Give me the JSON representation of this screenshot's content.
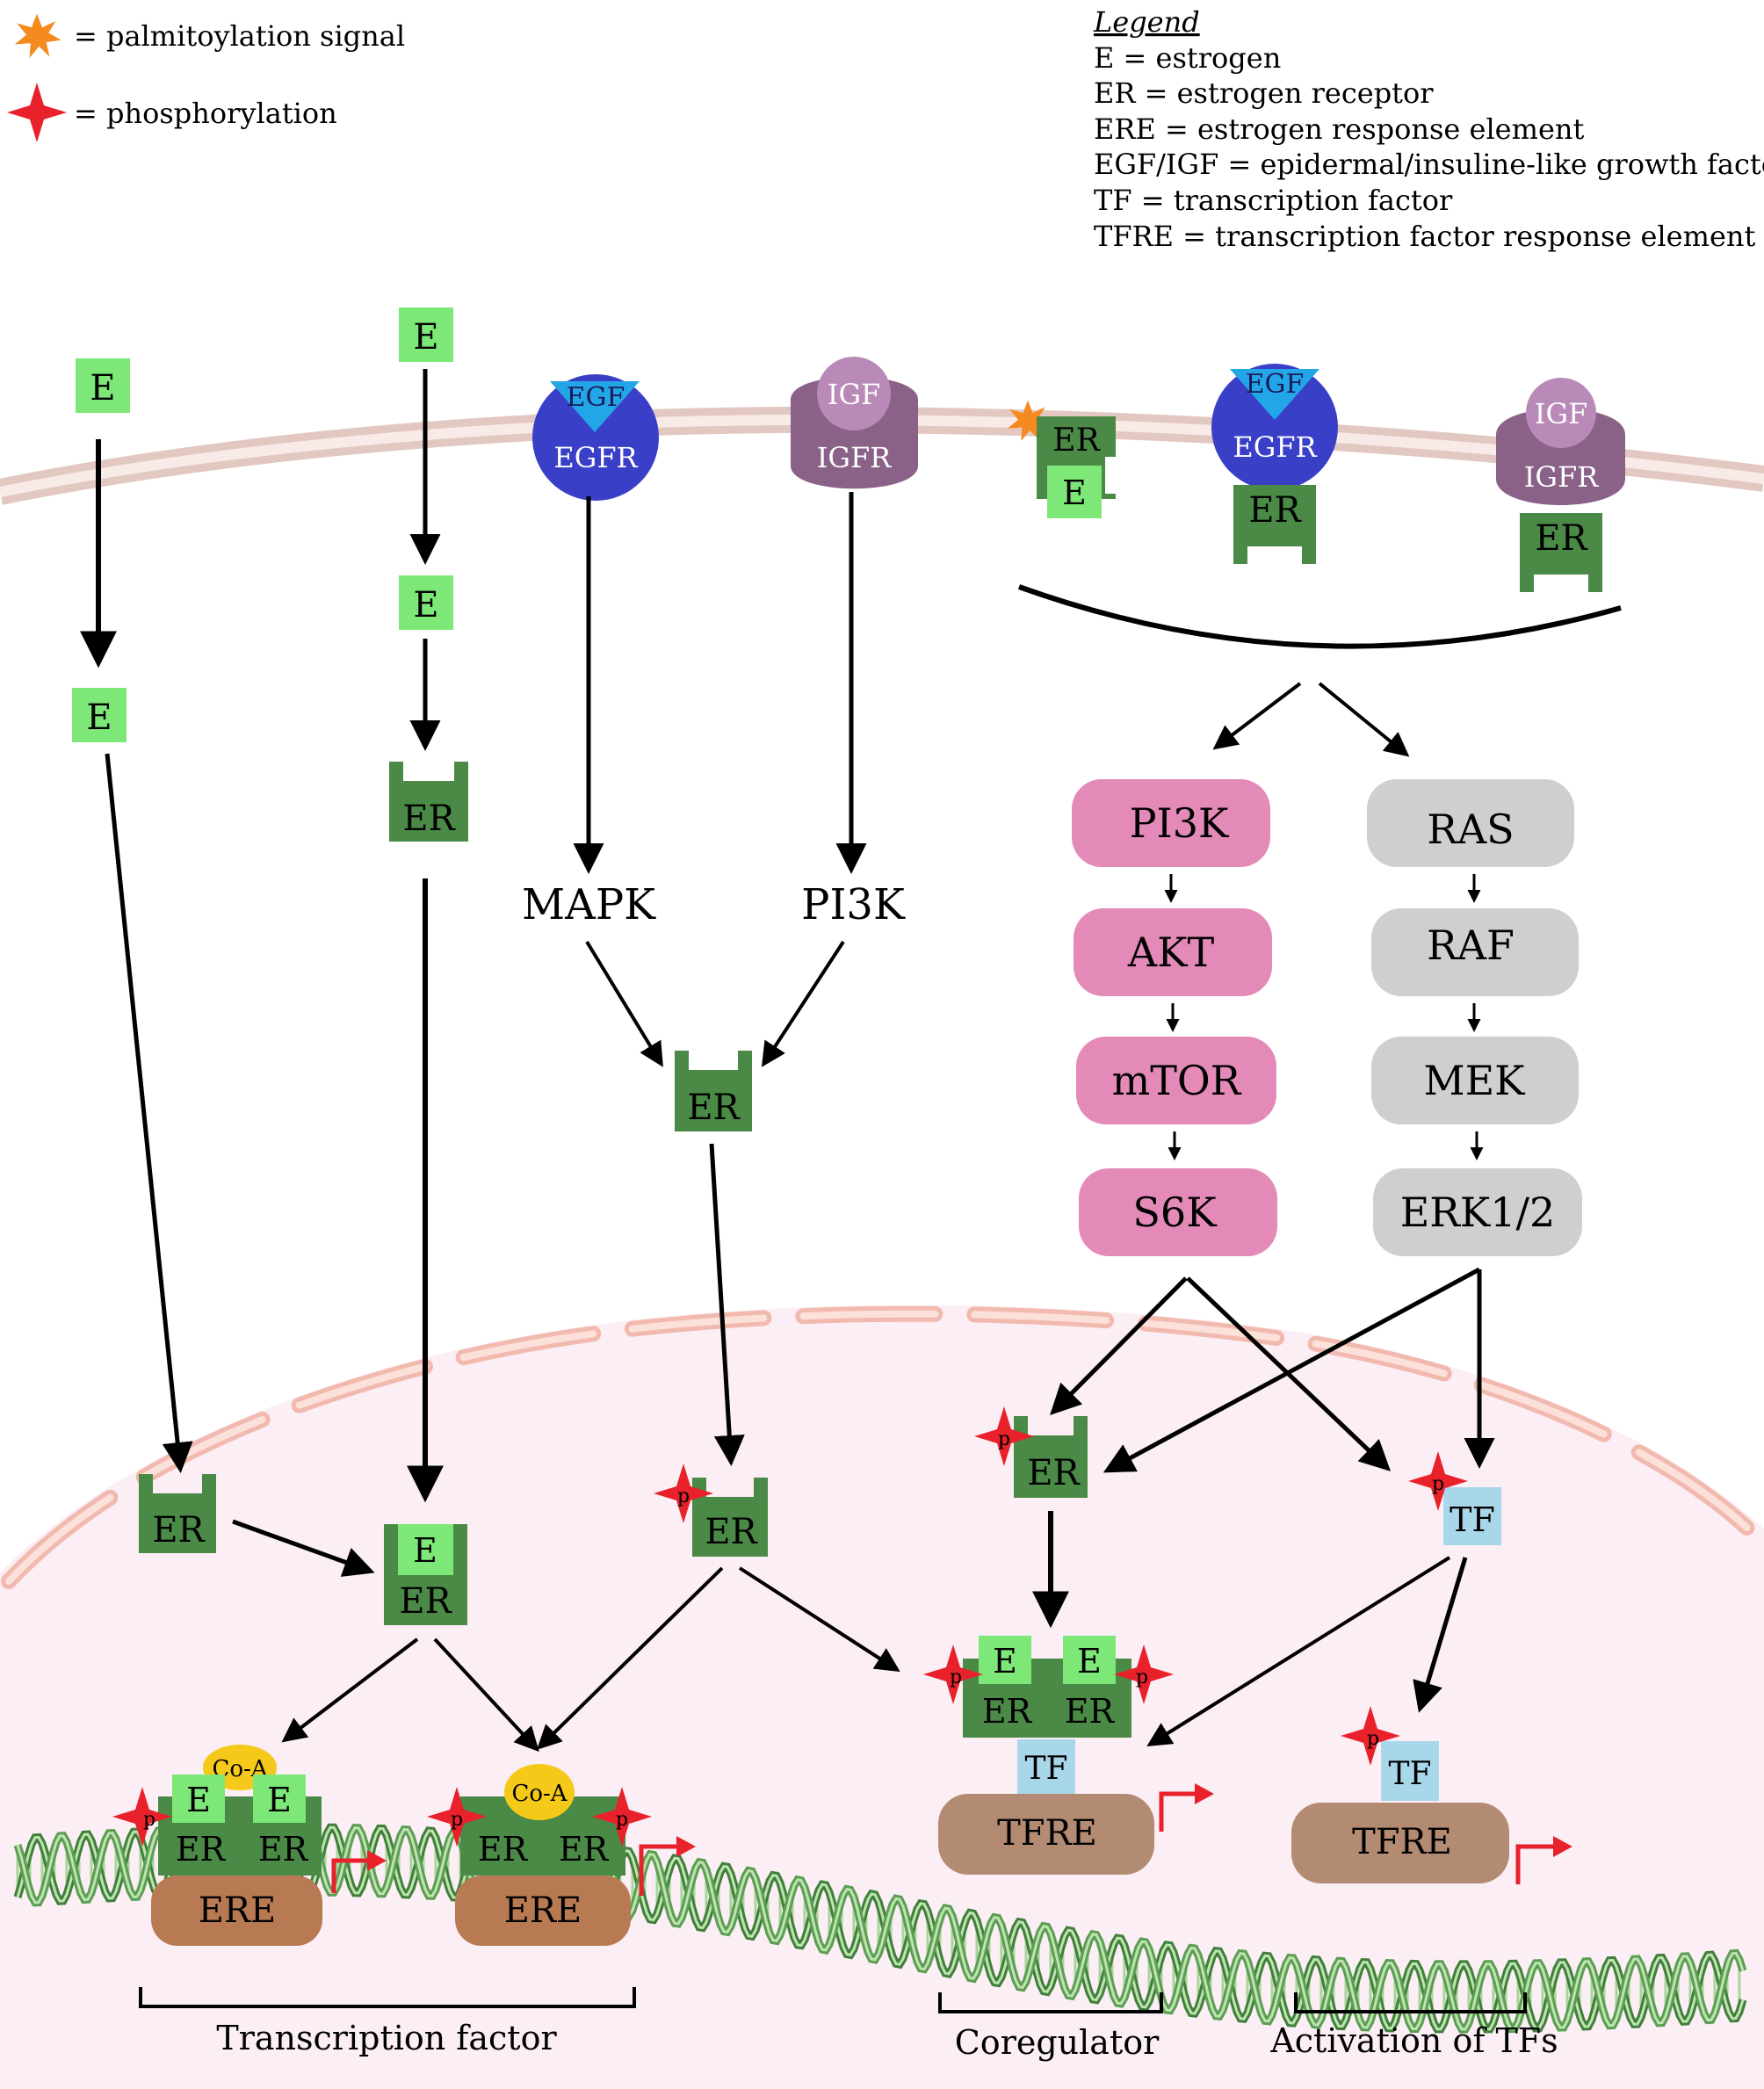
{
  "key": {
    "palmitoylation": "= palmitoylation signal",
    "phosphorylation": "= phosphorylation"
  },
  "legend": {
    "title": "Legend",
    "lines": [
      "E = estrogen",
      "ER = estrogen receptor",
      "ERE = estrogen response element",
      "EGF/IGF = epidermal/insuline-like growth factor",
      "TF = transcription factor",
      "TFRE = transcription factor response element"
    ]
  },
  "labels": {
    "E": "E",
    "ER": "ER",
    "EGF": "EGF",
    "EGFR": "EGFR",
    "IGF": "IGF",
    "IGFR": "IGFR",
    "MAPK": "MAPK",
    "PI3K": "PI3K",
    "AKT": "AKT",
    "mTOR": "mTOR",
    "S6K": "S6K",
    "RAS": "RAS",
    "RAF": "RAF",
    "MEK": "MEK",
    "ERK": "ERK1/2",
    "TF": "TF",
    "TFRE": "TFRE",
    "ERE": "ERE",
    "CoA": "Co-A",
    "p": "p"
  },
  "brackets": {
    "transcription_factor": "Transcription factor",
    "coregulator": "Coregulator",
    "activation": "Activation of TFs"
  },
  "colors": {
    "estrogen": "#7de878",
    "receptor": "#4a8a46",
    "egfr": "#3a3fc7",
    "egf": "#22a6e8",
    "igfr": "#8a6288",
    "igf": "#b98ab8",
    "pink_box": "#e48ab8",
    "gray_box": "#cfcfcf",
    "tf": "#a9d7ea",
    "tfre": "#b38a72",
    "ere": "#b87a52",
    "coa": "#f5c91a",
    "phospho": "#e8212b",
    "palm": "#f58a1f",
    "nucleus": "#fbeef4",
    "membrane": "#e9cfc8"
  }
}
